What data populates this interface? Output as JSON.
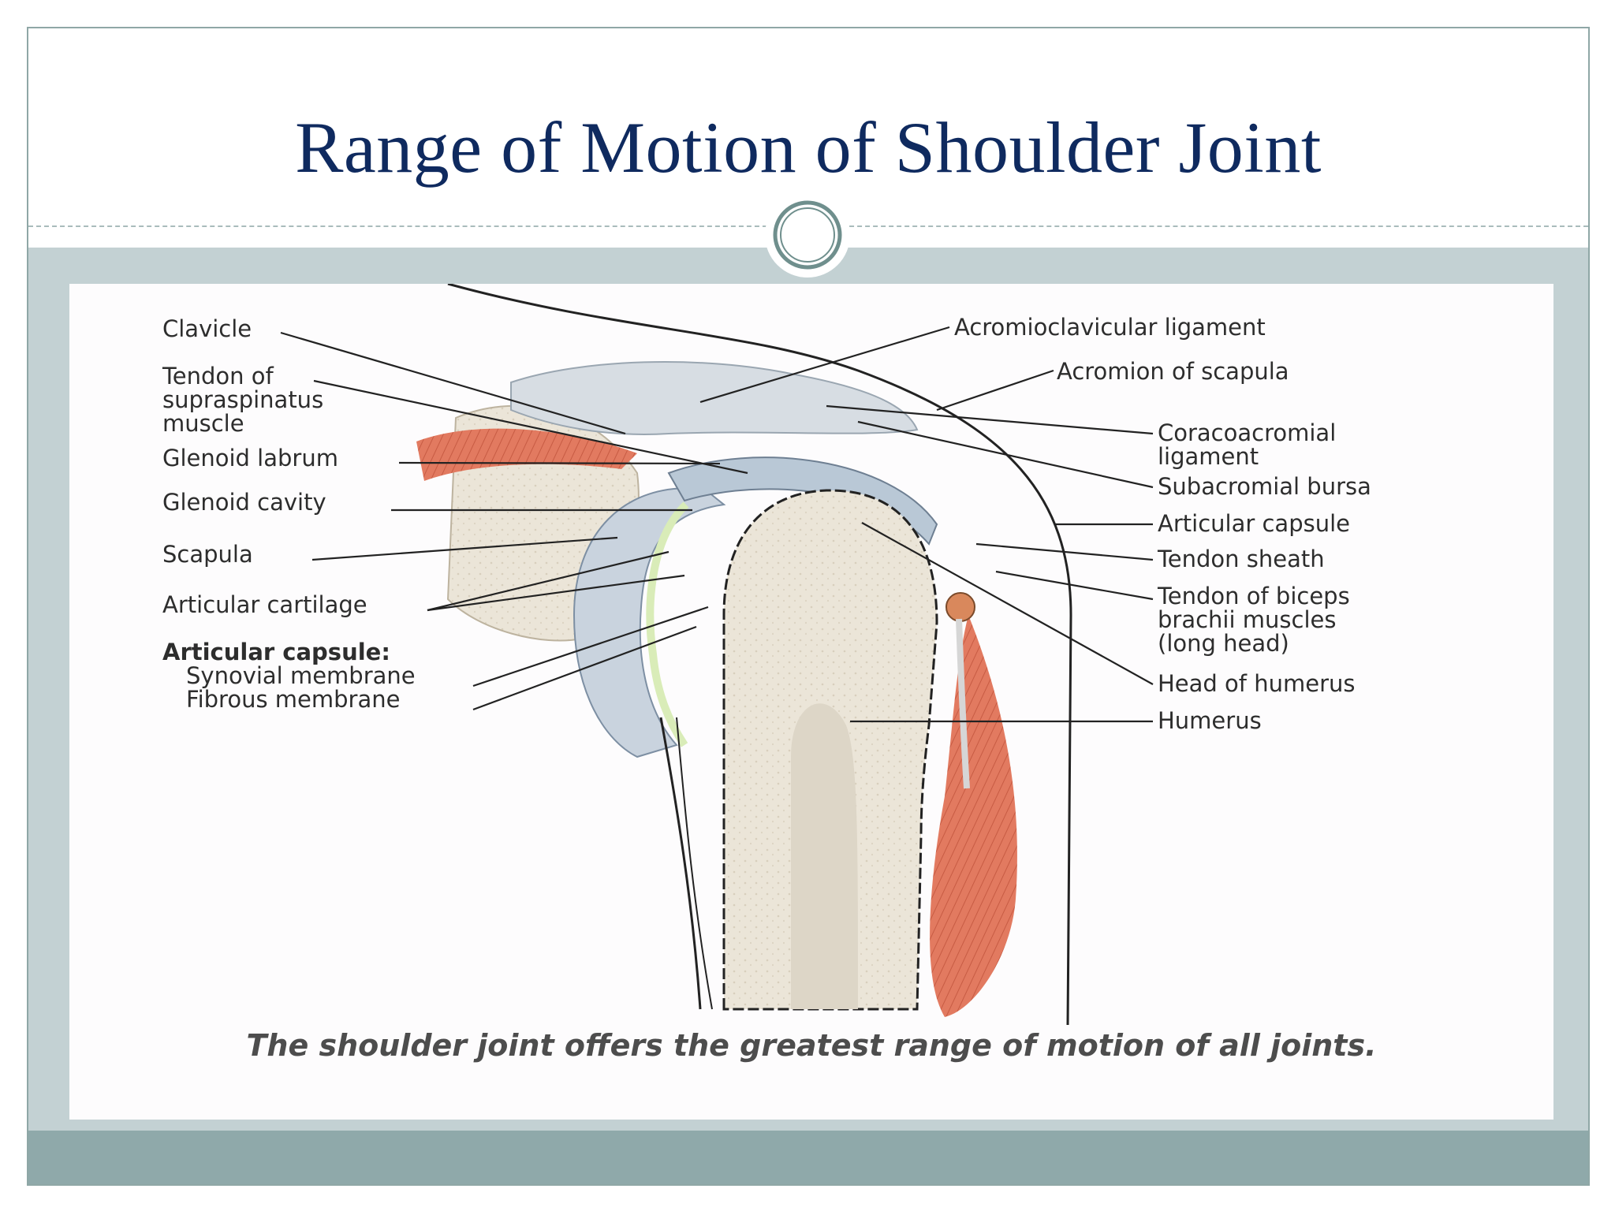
{
  "slide": {
    "title": "Range of Motion of Shoulder Joint"
  },
  "figure": {
    "labels": {
      "clavicle": "Clavicle",
      "supraspinatus_1": "Tendon of",
      "supraspinatus_2": "supraspinatus",
      "supraspinatus_3": "muscle",
      "glenoid_labrum": "Glenoid labrum",
      "glenoid_cavity": "Glenoid cavity",
      "scapula": "Scapula",
      "articular_cartilage": "Articular cartilage",
      "capsule_heading": "Articular capsule:",
      "synovial": "Synovial membrane",
      "fibrous": "Fibrous membrane",
      "acromioclavicular": "Acromioclavicular ligament",
      "acromion": "Acromion of scapula",
      "coracoacromial_1": "Coracoacromial",
      "coracoacromial_2": "ligament",
      "subacromial": "Subacromial bursa",
      "articular_capsule": "Articular capsule",
      "tendon_sheath": "Tendon sheath",
      "biceps_1": "Tendon of biceps",
      "biceps_2": "brachii muscles",
      "biceps_3": "(long head)",
      "head_humerus": "Head of humerus",
      "humerus": "Humerus"
    },
    "caption": "The shoulder joint offers the greatest range of motion of all joints."
  },
  "colors": {
    "title": "#0f2a5f",
    "band": "#c3d1d3",
    "bottom_band": "#8fa9aa",
    "bone": "#e8e3d6",
    "muscle": "#e0735a",
    "cartilage": "#d9ecb8",
    "capsule": "#b9c8d6"
  }
}
